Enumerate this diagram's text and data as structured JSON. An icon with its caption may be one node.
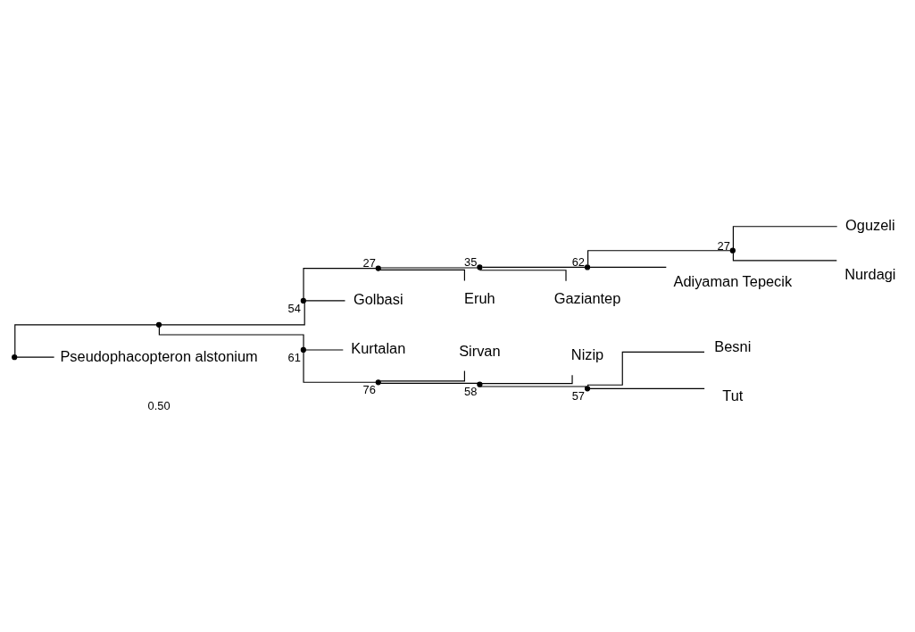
{
  "diagram": {
    "nodes": [
      {
        "text": [],
        "shape": "point"
      },
      {
        "text": [],
        "shape": "point"
      },
      {
        "text": [],
        "shape": "point",
        "beside": [
          "54"
        ]
      },
      {
        "text": [],
        "shape": "point",
        "beside": [
          "27"
        ]
      },
      {
        "text": [],
        "shape": "point",
        "beside": [
          "35"
        ]
      },
      {
        "text": [],
        "shape": "point",
        "beside": [
          "62"
        ]
      },
      {
        "text": [],
        "shape": "point",
        "beside": [
          "27"
        ]
      },
      {
        "text": [
          "Oguzeli"
        ]
      },
      {
        "text": [
          "Nurdagi"
        ]
      },
      {
        "text": [
          "Adiyaman Tepecik"
        ]
      },
      {
        "text": [
          "Gaziantep"
        ]
      },
      {
        "text": [
          "Eruh"
        ]
      },
      {
        "text": [
          "Golbasi"
        ]
      },
      {
        "text": [],
        "shape": "point",
        "beside": [
          "61"
        ]
      },
      {
        "text": [
          "Kurtalan"
        ]
      },
      {
        "text": [],
        "shape": "point",
        "beside": [
          "76"
        ]
      },
      {
        "text": [
          "Sirvan"
        ]
      },
      {
        "text": [],
        "shape": "point",
        "beside": [
          "58"
        ]
      },
      {
        "text": [
          "Nizip"
        ]
      },
      {
        "text": [],
        "shape": "point",
        "beside": [
          "57"
        ]
      },
      {
        "text": [
          "Besni"
        ]
      },
      {
        "text": [
          "Tut"
        ]
      },
      {
        "text": [
          "Pseudophacopteron alstonium"
        ]
      }
    ],
    "edges": [
      {
        "from": 0,
        "to": 1,
        "arrow": "none"
      },
      {
        "from": 1,
        "to": 2,
        "arrow": "none"
      },
      {
        "from": 2,
        "to": 3,
        "arrow": "none"
      },
      {
        "from": 3,
        "to": 4,
        "arrow": "none"
      },
      {
        "from": 4,
        "to": 5,
        "arrow": "none"
      },
      {
        "from": 5,
        "to": 6,
        "arrow": "none"
      },
      {
        "from": 6,
        "to": 7,
        "arrow": "none"
      },
      {
        "from": 6,
        "to": 8,
        "arrow": "none"
      },
      {
        "from": 5,
        "to": 9,
        "arrow": "none"
      },
      {
        "from": 4,
        "to": 10,
        "arrow": "none"
      },
      {
        "from": 3,
        "to": 11,
        "arrow": "none"
      },
      {
        "from": 2,
        "to": 12,
        "arrow": "none"
      },
      {
        "from": 1,
        "to": 13,
        "arrow": "none"
      },
      {
        "from": 13,
        "to": 14,
        "arrow": "none"
      },
      {
        "from": 13,
        "to": 15,
        "arrow": "none"
      },
      {
        "from": 15,
        "to": 16,
        "arrow": "none"
      },
      {
        "from": 15,
        "to": 17,
        "arrow": "none"
      },
      {
        "from": 17,
        "to": 18,
        "arrow": "none"
      },
      {
        "from": 17,
        "to": 19,
        "arrow": "none"
      },
      {
        "from": 19,
        "to": 20,
        "arrow": "none"
      },
      {
        "from": 19,
        "to": 21,
        "arrow": "none"
      },
      {
        "from": 0,
        "to": 22,
        "arrow": "none"
      }
    ],
    "labels": [
      "0.50"
    ]
  }
}
